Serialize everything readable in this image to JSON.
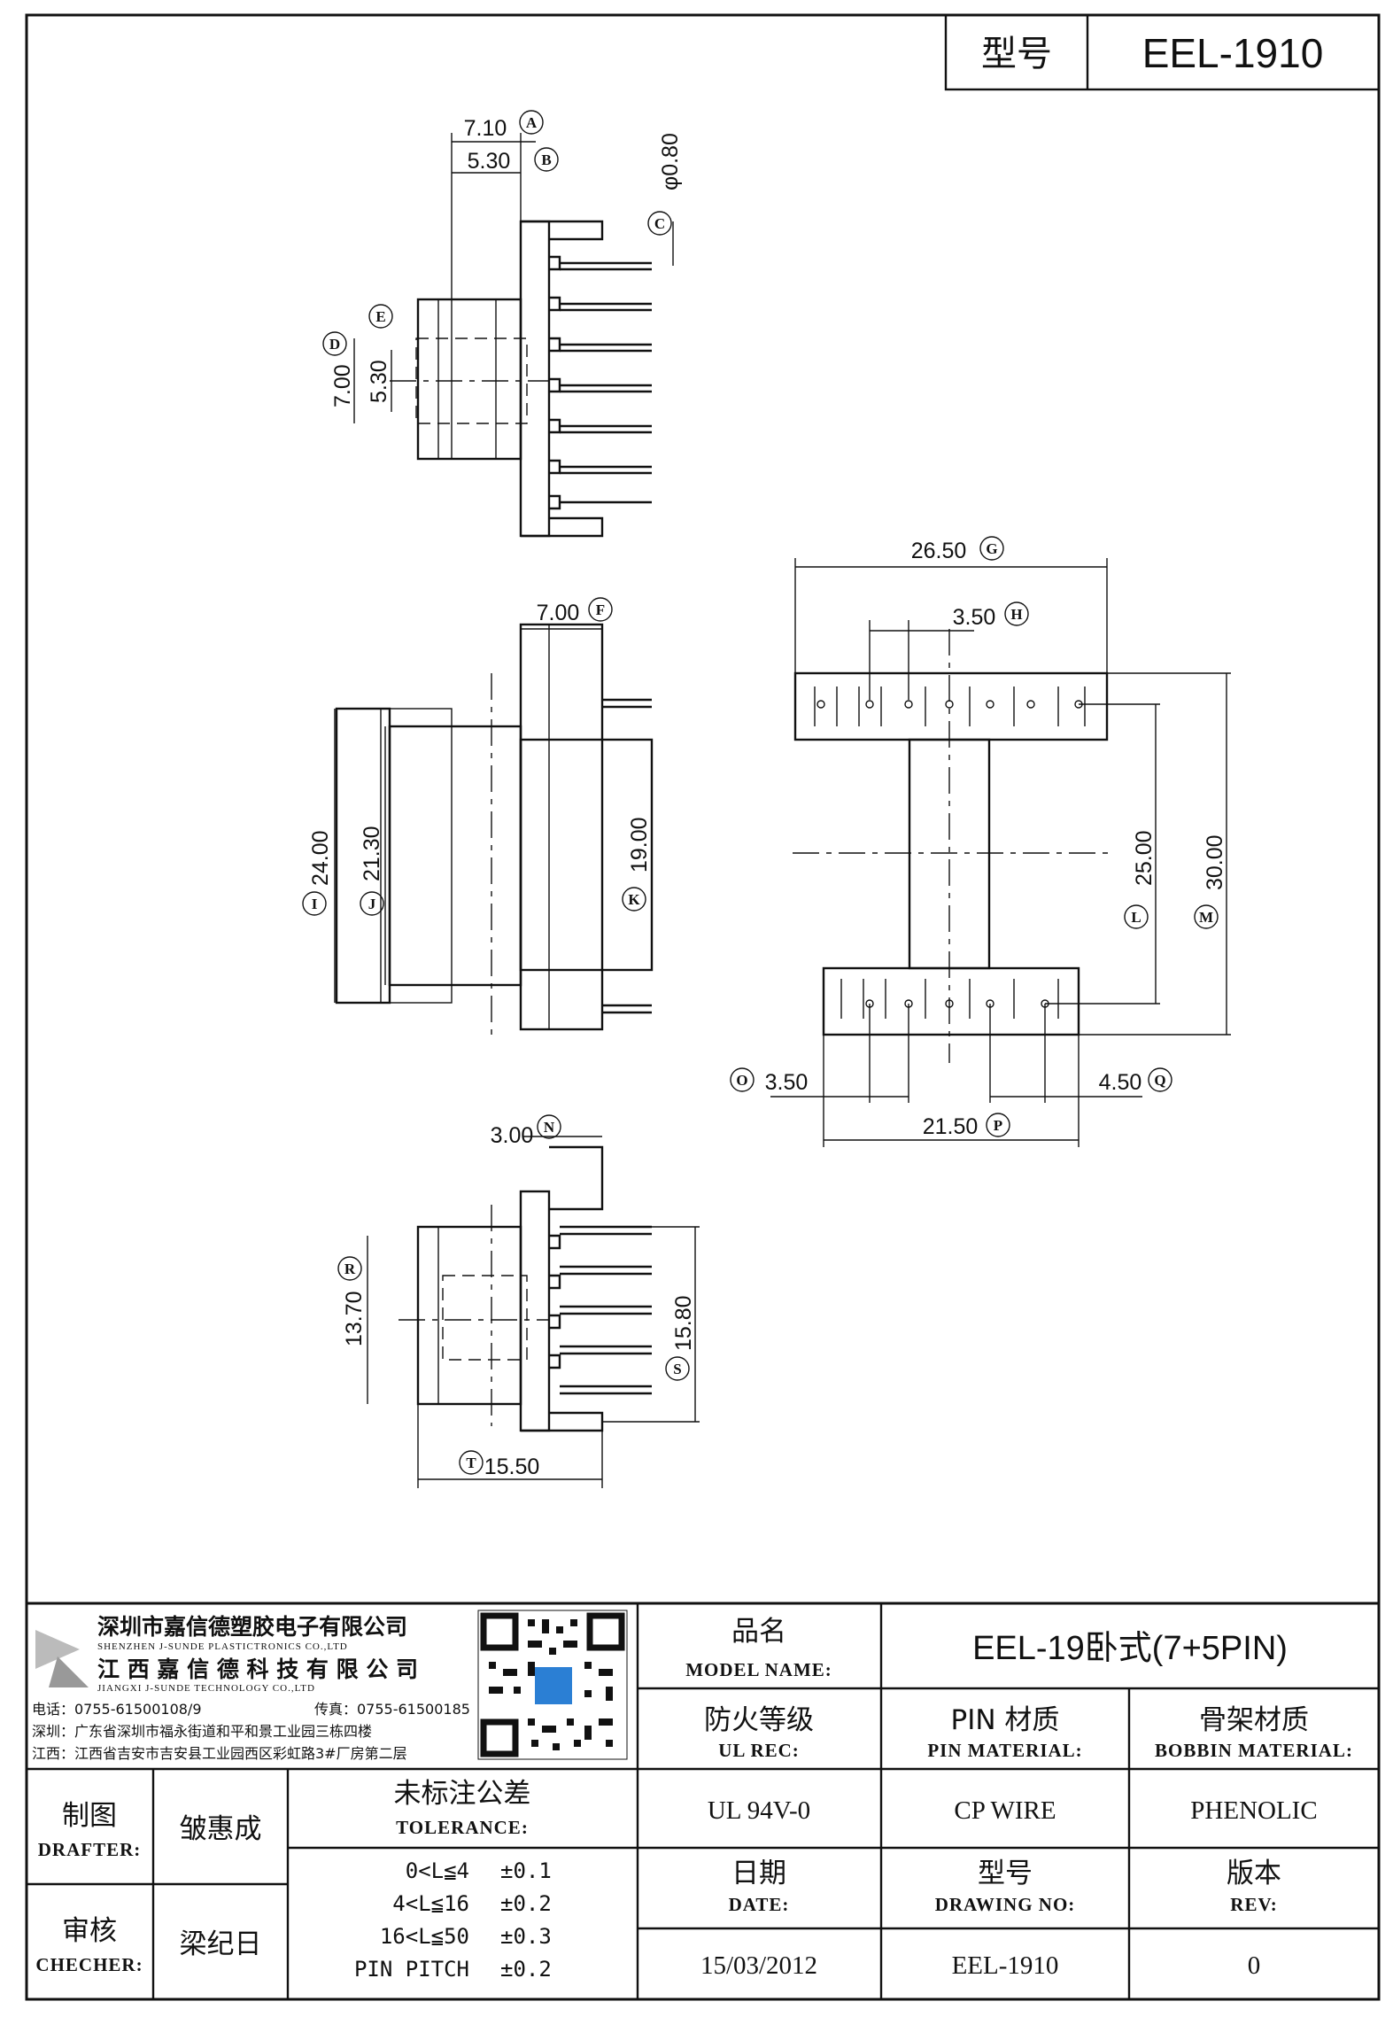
{
  "header": {
    "model_label": "型号",
    "model_value": "EEL-1910"
  },
  "dimensions": {
    "A": {
      "label": "A",
      "value": "7.10"
    },
    "B": {
      "label": "B",
      "value": "5.30"
    },
    "C": {
      "label": "C",
      "value": "φ0.80"
    },
    "D": {
      "label": "D",
      "value": "7.00"
    },
    "E": {
      "label": "E",
      "value": "5.30"
    },
    "F": {
      "label": "F",
      "value": "7.00"
    },
    "G": {
      "label": "G",
      "value": "26.50"
    },
    "H": {
      "label": "H",
      "value": "3.50"
    },
    "I": {
      "label": "I",
      "value": "24.00"
    },
    "J": {
      "label": "J",
      "value": "21.30"
    },
    "K": {
      "label": "K",
      "value": "19.00"
    },
    "L": {
      "label": "L",
      "value": "25.00"
    },
    "M": {
      "label": "M",
      "value": "30.00"
    },
    "N": {
      "label": "N",
      "value": "3.00"
    },
    "O": {
      "label": "O",
      "value": "3.50"
    },
    "P": {
      "label": "P",
      "value": "21.50"
    },
    "Q": {
      "label": "Q",
      "value": "4.50"
    },
    "R": {
      "label": "R",
      "value": "13.70"
    },
    "S": {
      "label": "S",
      "value": "15.80"
    },
    "T": {
      "label": "T",
      "value": "15.50"
    }
  },
  "company": {
    "name_cn_1": "深圳市嘉信德塑胶电子有限公司",
    "name_en_1": "SHENZHEN J-SUNDE PLASTICTRONICS CO.,LTD",
    "name_cn_2": "江 西 嘉 信 德 科 技 有 限 公 司",
    "name_en_2": "JIANGXI J-SUNDE TECHNOLOGY CO.,LTD",
    "phone": "电话：0755-61500108/9",
    "fax": "传真：0755-61500185",
    "addr_sz": "深圳：广东省深圳市福永街道和平和景工业园三栋四楼",
    "addr_jx": "江西：江西省吉安市吉安县工业园西区彩虹路3#厂房第二层"
  },
  "title_block": {
    "product_name_cn": "品名",
    "product_name_en": "MODEL NAME:",
    "product_name_value": "EEL-19卧式(7+5PIN)",
    "ul_cn": "防火等级",
    "ul_en": "UL REC:",
    "ul_value": "UL 94V-0",
    "pin_cn": "PIN 材质",
    "pin_en": "PIN MATERIAL:",
    "pin_value": "CP WIRE",
    "bobbin_cn": "骨架材质",
    "bobbin_en": "BOBBIN MATERIAL:",
    "bobbin_value": "PHENOLIC",
    "drafter_cn": "制图",
    "drafter_en": "DRAFTER:",
    "drafter_value": "皱惠成",
    "checker_cn": "审核",
    "checker_en": "CHECHER:",
    "checker_value": "梁纪日",
    "tolerance_cn": "未标注公差",
    "tolerance_en": "TOLERANCE:",
    "tolerance_rows": [
      {
        "range": "0<L≦4",
        "tol": "±0.1"
      },
      {
        "range": "4<L≦16",
        "tol": "±0.2"
      },
      {
        "range": "16<L≦50",
        "tol": "±0.3"
      },
      {
        "range": "PIN PITCH",
        "tol": "±0.2"
      }
    ],
    "date_cn": "日期",
    "date_en": "DATE:",
    "date_value": "15/03/2012",
    "drawing_cn": "型号",
    "drawing_en": "DRAWING NO:",
    "drawing_value": "EEL-1910",
    "rev_cn": "版本",
    "rev_en": "REV:",
    "rev_value": "0"
  }
}
